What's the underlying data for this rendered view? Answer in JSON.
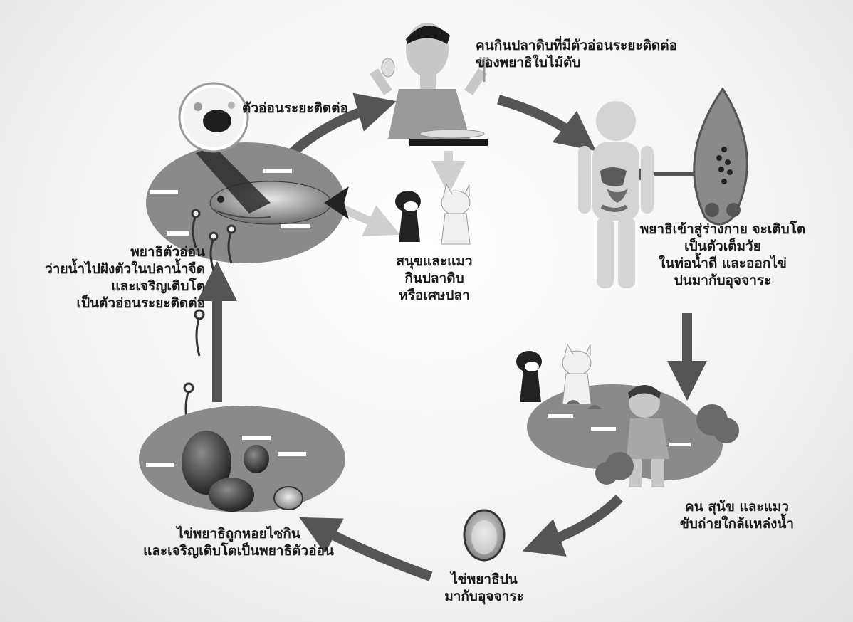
{
  "colors": {
    "dark": "#3a3a3a",
    "mid": "#7a7a7a",
    "pool": "#8a8a8a",
    "light_arrow": "#c9c9c9",
    "body_silhouette": "#d4d4d4",
    "text": "#1a1a1a"
  },
  "labels": {
    "person_eats": [
      "คนกินปลาดิบที่มีตัวอ่อนระยะติดต่อ",
      "ของพยาธิใบไม้ตับ"
    ],
    "infective_larva": "ตัวอ่อนระยะติดต่อ",
    "dogs_cats_eat": [
      "สนุขและแมว",
      "กินปลาดิบ",
      "หรือเศษปลา"
    ],
    "larva_swim": [
      "พยาธิตัวอ่อน",
      "ว่ายน้ำไปฝังตัวในปลาน้ำจืด",
      "และเจริญเติบโต",
      "เป็นตัวอ่อนระยะติดต่อ"
    ],
    "adult_in_body": [
      "พยาธิเข้าสู่ร่างกาย จะเติบโต",
      "เป็นตัวเต็มวัย",
      "ในท่อน้ำดี และออกไข่",
      "ปนมากับอุจจาระ"
    ],
    "excrete_near_water": [
      "คน สุนัข และแมว",
      "ขับถ่ายใกล้แหล่งน้ำ"
    ],
    "eggs_in_feces": [
      "ไข่พยาธิปน",
      "มากับอุจจาระ"
    ],
    "eggs_eaten_by_snail": [
      "ไข่พยาธิถูกหอยไซกิน",
      "และเจริญเติบโตเป็นพยาธิตัวอ่อน"
    ]
  },
  "icons": {
    "person": "person-eating-icon",
    "fish": "fish-icon",
    "dog_cat_top": "dog-cat-icon",
    "dog_cat_bottom": "dog-cat-icon",
    "human_body": "human-body-icon",
    "adult_fluke": "liver-fluke-icon",
    "snail": "snail-icon",
    "egg": "egg-icon",
    "larva": "cercaria-icon",
    "microscope_view": "microscope-view-icon",
    "sitting_person": "sitting-person-icon"
  }
}
